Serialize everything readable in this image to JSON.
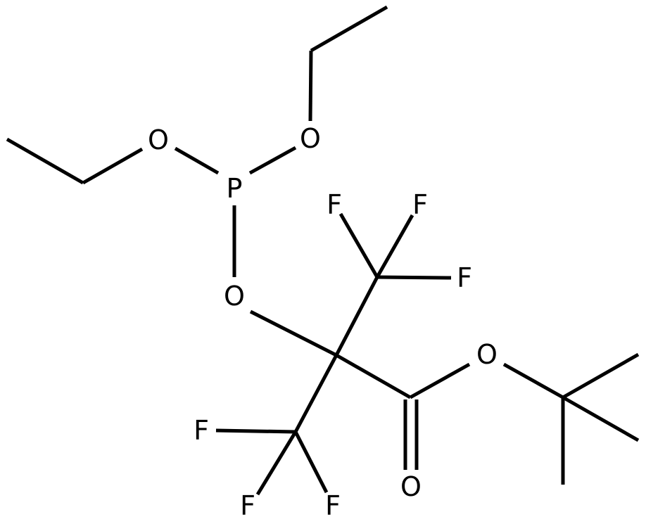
{
  "molecule": {
    "atoms": {
      "o_ethyl_top": "O",
      "o_ethyl_left": "O",
      "phosphorus": "P",
      "o_bridge": "O",
      "f_cf3_top_1": "F",
      "f_cf3_top_2": "F",
      "f_cf3_top_3": "F",
      "o_ester": "O",
      "f_cf3_bottom_1": "F",
      "f_cf3_bottom_2": "F",
      "f_cf3_bottom_3": "F",
      "o_carbonyl": "O"
    }
  }
}
